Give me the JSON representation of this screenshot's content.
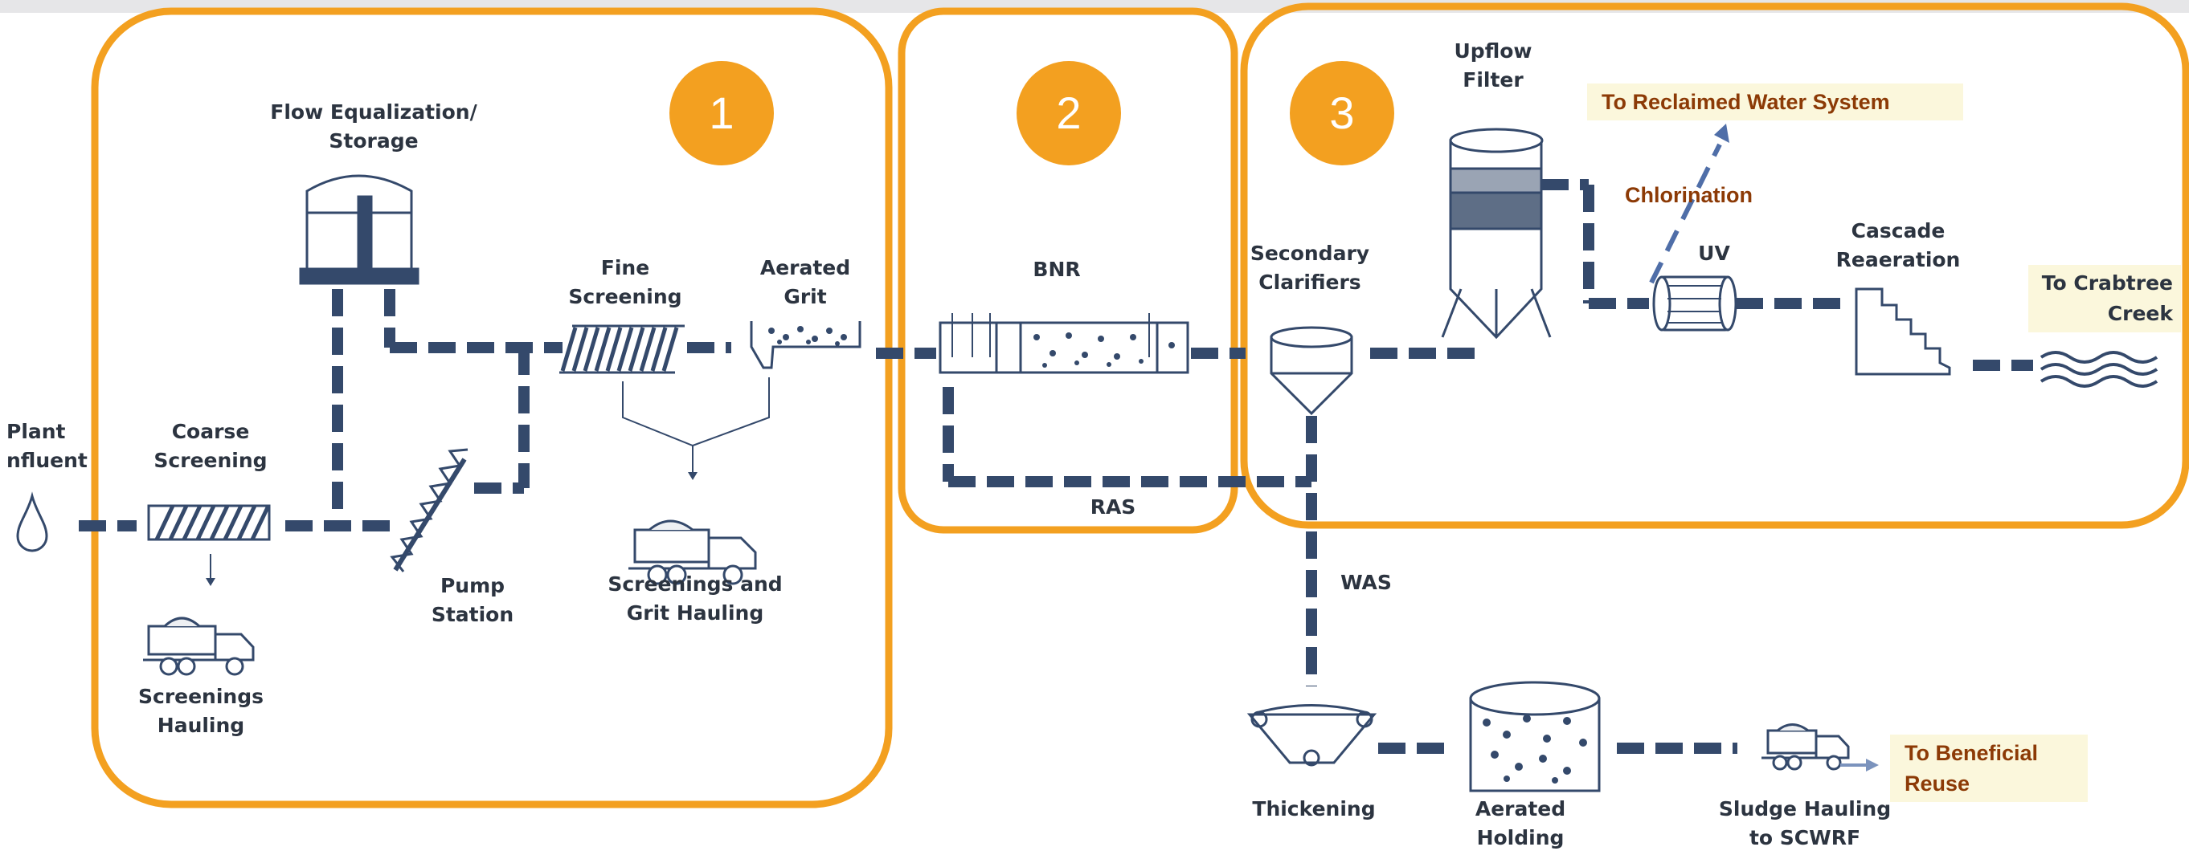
{
  "badges": {
    "one": "1",
    "two": "2",
    "three": "3"
  },
  "labels": {
    "plant_influent": "Plant\nnfluent",
    "coarse_screening": "Coarse\nScreening",
    "screenings_hauling": "Screenings\nHauling",
    "flow_equalization": "Flow Equalization/\nStorage",
    "pump_station": "Pump\nStation",
    "fine_screening": "Fine\nScreening",
    "aerated_grit": "Aerated\nGrit",
    "screenings_grit_hauling": "Screenings and\nGrit Hauling",
    "bnr": "BNR",
    "ras": "RAS",
    "secondary_clarifiers": "Secondary\nClarifiers",
    "upflow_filter": "Upflow\nFilter",
    "uv": "UV",
    "cascade_reaeration": "Cascade\nReaeration",
    "was": "WAS",
    "thickening": "Thickening",
    "aerated_holding": "Aerated\nHolding",
    "sludge_hauling": "Sludge Hauling\nto SCWRF"
  },
  "notes": {
    "reclaimed": "To Reclaimed Water System",
    "chlorination": "Chlorination",
    "crabtree": "To Crabtree\nCreek",
    "beneficial": "To Beneficial\nReuse"
  },
  "colors": {
    "accent": "#f3a020",
    "flow": "#34496b",
    "note_text": "#8c3a06",
    "note_bg": "#fbf7dc"
  }
}
